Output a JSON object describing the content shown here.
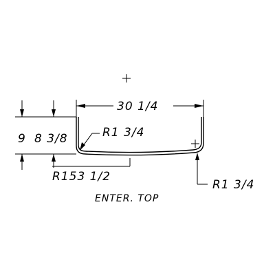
{
  "drawing": {
    "title": "ENTER. TOP",
    "dimensions": {
      "width": "30 1/4",
      "left_outer": "9",
      "left_inner": "8 3/8",
      "corner_radius_left": "R1 3/4",
      "bottom_radius": "R153 1/2",
      "corner_radius_right": "R1 3/4"
    }
  }
}
